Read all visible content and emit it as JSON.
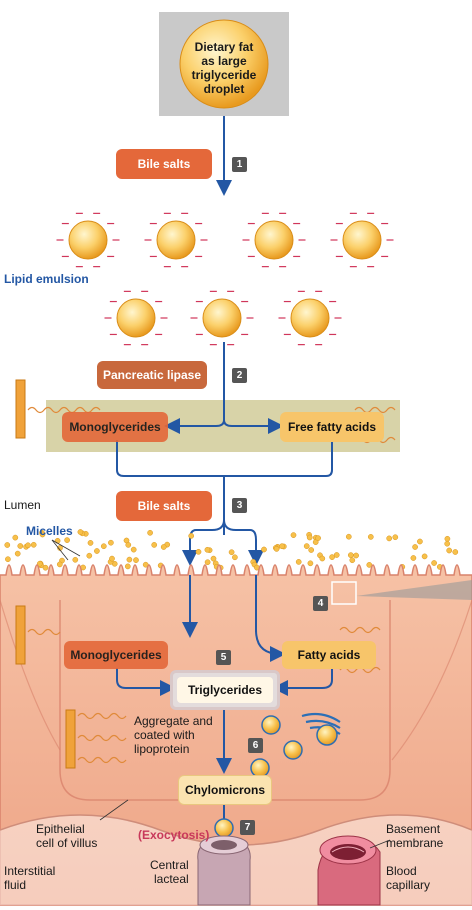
{
  "diagram": {
    "droplet_text": [
      "Dietary fat",
      "as large",
      "triglyceride",
      "droplet"
    ],
    "bile_salts_1": "Bile salts",
    "lipid_emulsion": "Lipid emulsion",
    "pancreatic_lipase": "Pancreatic lipase",
    "monoglycerides_top": "Monoglycerides",
    "free_fatty_acids": "Free fatty acids",
    "lumen": "Lumen",
    "bile_salts_2": "Bile salts",
    "micelles": "Micelles",
    "monoglycerides_bottom": "Monoglycerides",
    "fatty_acids": "Fatty acids",
    "triglycerides": "Triglycerides",
    "aggregate": [
      "Aggregate and",
      "coated with",
      "lipoprotein"
    ],
    "chylomicrons": "Chylomicrons",
    "exocytosis": "(Exocytosis)",
    "epithelial_cell": [
      "Epithelial",
      "cell of villus"
    ],
    "interstitial_fluid": [
      "Interstitial",
      "fluid"
    ],
    "central_lacteal": [
      "Central",
      "lacteal"
    ],
    "basement_membrane": [
      "Basement",
      "membrane"
    ],
    "blood_capillary": [
      "Blood",
      "capillary"
    ],
    "steps": [
      "1",
      "2",
      "3",
      "4",
      "5",
      "6",
      "7"
    ]
  },
  "colors": {
    "orange_box": "#e4683a",
    "peach_box": "#f7c56a",
    "arrow": "#2357a4",
    "cell": "#f2b49a",
    "cell_edge": "#d9826b",
    "olive_band": "#d8d3a8",
    "droplet": "#f7b73c",
    "exocytosis": "#c8385a"
  }
}
